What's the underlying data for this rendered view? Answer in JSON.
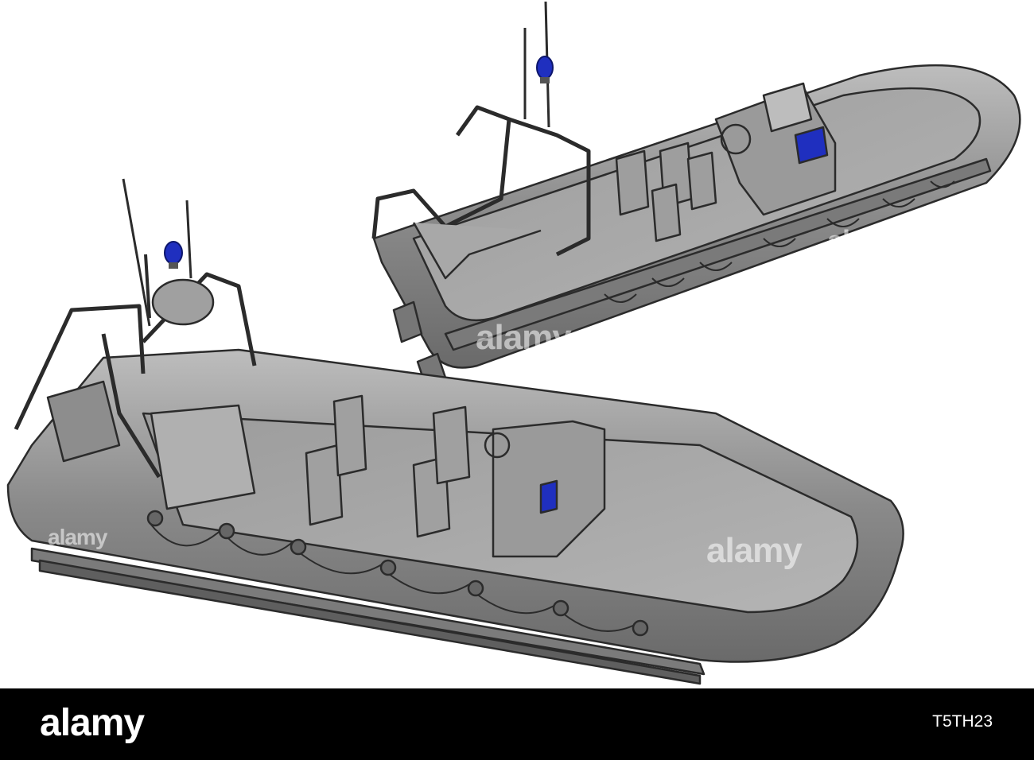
{
  "watermark": {
    "text": "alamy"
  },
  "footer": {
    "logo_text": "alamy",
    "image_id": "T5TH23"
  },
  "colors": {
    "boat_body": "#8c8c8c",
    "boat_dark": "#4a4a4a",
    "boat_light": "#c4c4c4",
    "deck": "#a6a6a6",
    "beacon_blue": "#1f2fbf",
    "footer_bg": "#000000"
  },
  "icons": [
    "boat-1-illustration",
    "boat-2-illustration",
    "blue-beacon-icon",
    "antenna-icon"
  ]
}
